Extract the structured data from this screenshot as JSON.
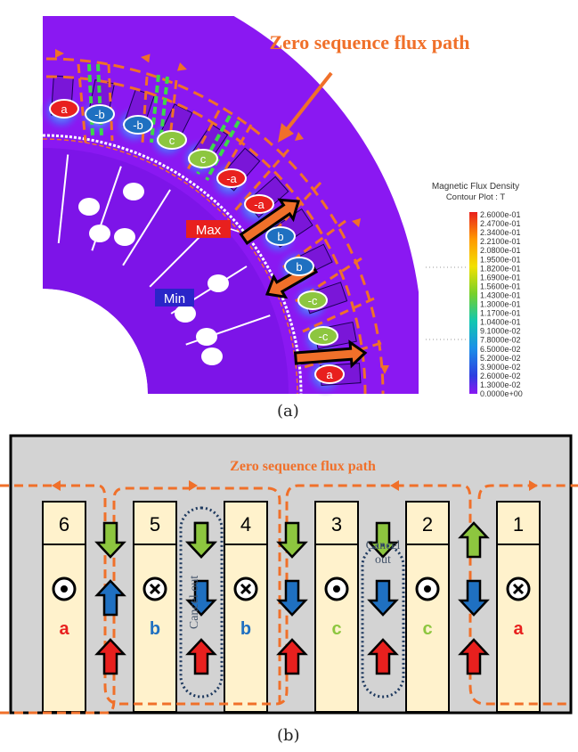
{
  "figure_a": {
    "caption": "(a)",
    "title": "Zero sequence flux path",
    "phase_labels": [
      "a",
      "-b",
      "-b",
      "c",
      "c",
      "-a",
      "-a",
      "b",
      "b",
      "-c",
      "-c",
      "a"
    ],
    "max_label": "Max",
    "min_label": "Min",
    "legend": {
      "title": "Magnetic Flux Density",
      "subtitle": "Contour Plot : T",
      "values": [
        "2.6000e-01",
        "2.4700e-01",
        "2.3400e-01",
        "2.2100e-01",
        "2.0800e-01",
        "1.9500e-01",
        "1.8200e-01",
        "1.6900e-01",
        "1.5600e-01",
        "1.4300e-01",
        "1.3000e-01",
        "1.1700e-01",
        "1.0400e-01",
        "9.1000e-02",
        "7.8000e-02",
        "6.5000e-02",
        "5.2000e-02",
        "3.9000e-02",
        "2.6000e-02",
        "1.3000e-02",
        "0.0000e+00"
      ]
    }
  },
  "figure_b": {
    "caption": "(b)",
    "title": "Zero sequence flux path",
    "slots": [
      {
        "num": "6",
        "symbol": "dot",
        "phase": "a"
      },
      {
        "num": "5",
        "symbol": "cross",
        "phase": "b"
      },
      {
        "num": "4",
        "symbol": "cross",
        "phase": "b"
      },
      {
        "num": "3",
        "symbol": "dot",
        "phase": "c"
      },
      {
        "num": "2",
        "symbol": "dot",
        "phase": "c"
      },
      {
        "num": "1",
        "symbol": "cross",
        "phase": "a"
      }
    ],
    "cancel_label": "Cancel out"
  },
  "colors": {
    "orange": "#f0702a",
    "red": "#e8201e",
    "blue": "#1f70c1",
    "green": "#8dc63f",
    "purple": "#8a18f2",
    "slot_fill": "#fff2cc",
    "bg_gray": "#d3d3d3"
  }
}
